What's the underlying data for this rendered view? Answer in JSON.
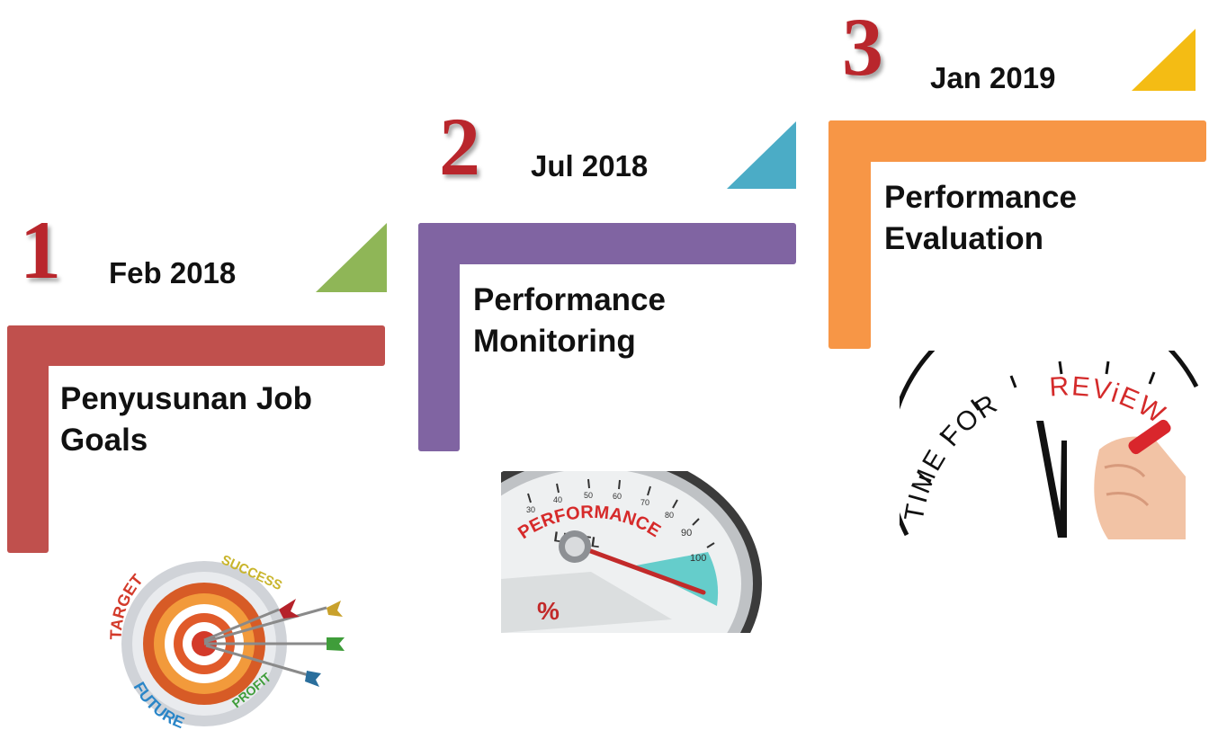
{
  "colors": {
    "step1": "#c0504d",
    "step2": "#8064a2",
    "step3": "#f79646",
    "tri1": "#8fb657",
    "tri2": "#4bacc6",
    "tri3": "#f4bc14",
    "number": "#b9262c"
  },
  "steps": [
    {
      "number": "1",
      "date": "Feb 2018",
      "title_line1": "Penyusunan Job",
      "title_line2": "Goals",
      "illustration": {
        "icon": "target-arrows-icon",
        "words": [
          "TARGET",
          "SUCCESS",
          "PROFIT",
          "FUTURE"
        ]
      }
    },
    {
      "number": "2",
      "date": "Jul 2018",
      "title_line1": "Performance",
      "title_line2": "Monitoring",
      "illustration": {
        "icon": "speedometer-gauge-icon",
        "words": [
          "PERFORMANCE",
          "LEVEL",
          "%"
        ],
        "ticks": [
          "30",
          "40",
          "50",
          "60",
          "70",
          "80",
          "90",
          "100"
        ]
      }
    },
    {
      "number": "3",
      "date": "Jan 2019",
      "title_line1": "Performance",
      "title_line2": "Evaluation",
      "illustration": {
        "icon": "clock-review-icon",
        "words": [
          "TIME FOR",
          "REViEW"
        ]
      }
    }
  ]
}
